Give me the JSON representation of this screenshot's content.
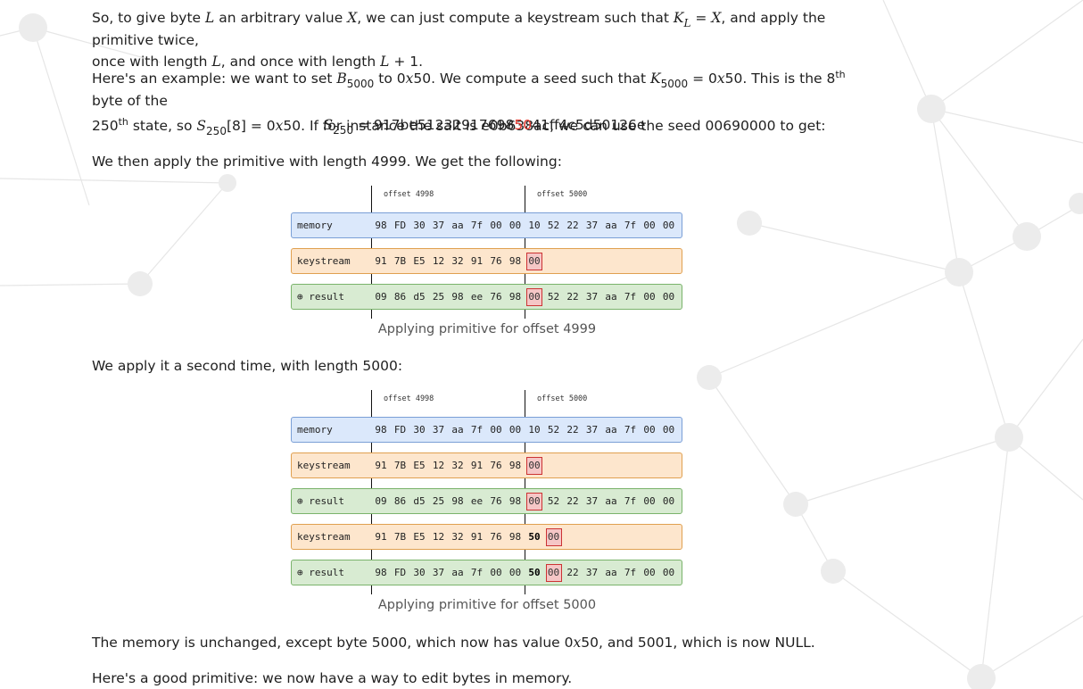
{
  "para1": {
    "t1": "So, to give byte ",
    "L": "L",
    "t2": " an arbitrary value ",
    "X": "X",
    "t3": ", we can just compute a keystream such that ",
    "K": "K",
    "Ksub": "L",
    "t4": " = ",
    "X2": "X",
    "t5": ", and apply the primitive twice,",
    "t6": "once with length ",
    "L2": "L",
    "t7": ", and once with length ",
    "L3": "L",
    "t8": " + 1."
  },
  "para2": {
    "t1": "Here's an example: we want to set ",
    "B": "B",
    "Bsub": "5000",
    "t2": " to 0",
    "x1": "x",
    "t3": "50. We compute a seed such that ",
    "K": "K",
    "Ksub": "5000",
    "t4": " = 0",
    "x2": "x",
    "t5": "50. This is the 8",
    "sup1": "th",
    "t6": " byte of the",
    "t7": "250",
    "sup2": "th",
    "t8": " state, so ",
    "S": "S",
    "Ssub": "250",
    "t9": "[8] = 0",
    "x3": "x",
    "t10": "50. If for instance the salt is e0b638ac, we can use the seed 00690000 to get:"
  },
  "equation": {
    "S": "S",
    "Ssub": "250",
    "pre": " = 917be51232917698",
    "hl": "50",
    "post": "41ff4c5d50126e"
  },
  "para3": "We then apply the primitive with length 4999. We get the following:",
  "para4": "We apply it a second time, with length 5000:",
  "para5": {
    "t1": "The memory is unchanged, except byte 5000, which now has value 0",
    "x": "x",
    "t2": "50, and 5001, which is now NULL."
  },
  "para6": "Here's a good primitive: we now have a way to edit bytes in memory.",
  "offsets": {
    "left": "offset 4998",
    "right": "offset 5000"
  },
  "diagram1": {
    "caption": "Applying primitive for offset 4999",
    "rows": [
      {
        "label": "memory",
        "cells": [
          "98",
          "FD",
          "30",
          "37",
          "aa",
          "7f",
          "00",
          "00",
          "10",
          "52",
          "22",
          "37",
          "aa",
          "7f",
          "00",
          "00"
        ]
      },
      {
        "label": "keystream",
        "cells": [
          "91",
          "7B",
          "E5",
          "12",
          "32",
          "91",
          "76",
          "98",
          "00"
        ]
      },
      {
        "label": "⊕ result",
        "cells": [
          "09",
          "86",
          "d5",
          "25",
          "98",
          "ee",
          "76",
          "98",
          "00",
          "52",
          "22",
          "37",
          "aa",
          "7f",
          "00",
          "00"
        ]
      }
    ]
  },
  "diagram2": {
    "caption": "Applying primitive for offset 5000",
    "rows": [
      {
        "label": "memory",
        "cells": [
          "98",
          "FD",
          "30",
          "37",
          "aa",
          "7f",
          "00",
          "00",
          "10",
          "52",
          "22",
          "37",
          "aa",
          "7f",
          "00",
          "00"
        ]
      },
      {
        "label": "keystream",
        "cells": [
          "91",
          "7B",
          "E5",
          "12",
          "32",
          "91",
          "76",
          "98",
          "00"
        ]
      },
      {
        "label": "⊕ result",
        "cells": [
          "09",
          "86",
          "d5",
          "25",
          "98",
          "ee",
          "76",
          "98",
          "00",
          "52",
          "22",
          "37",
          "aa",
          "7f",
          "00",
          "00"
        ]
      },
      {
        "label": "keystream",
        "cells": [
          "91",
          "7B",
          "E5",
          "12",
          "32",
          "91",
          "76",
          "98",
          "50",
          "00"
        ]
      },
      {
        "label": "⊕ result",
        "cells": [
          "98",
          "FD",
          "30",
          "37",
          "aa",
          "7f",
          "00",
          "00",
          "50",
          "00",
          "22",
          "37",
          "aa",
          "7f",
          "00",
          "00"
        ]
      }
    ]
  },
  "colors": {
    "memory": "#dbe8fb",
    "keystream": "#fde6cd",
    "result": "#d8ebd2",
    "highlight": "#e0342a"
  }
}
